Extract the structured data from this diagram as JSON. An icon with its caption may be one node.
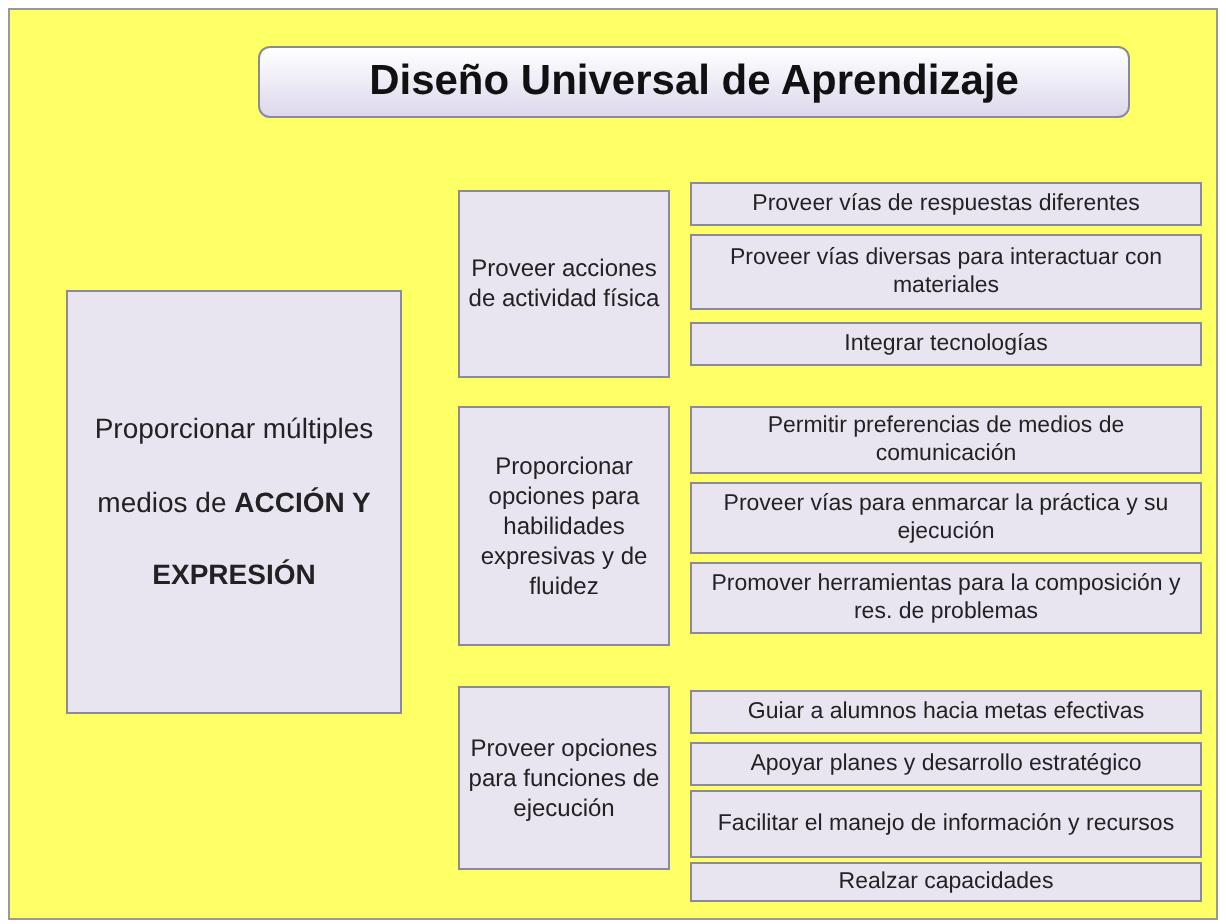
{
  "diagram": {
    "title": "Diseño Universal de Aprendizaje",
    "nodes": [
      {
        "text": [
          "Proporcionar múltiples medios de **ACCIÓN Y EXPRESIÓN**"
        ]
      },
      {
        "text": [
          "Proveer acciones de actividad física"
        ]
      },
      {
        "text": [
          "Proveer vías de respuestas diferentes"
        ]
      },
      {
        "text": [
          "Proveer vías diversas para interactuar con materiales"
        ]
      },
      {
        "text": [
          "Integrar tecnologías"
        ]
      },
      {
        "text": [
          "Proporcionar opciones para habilidades expresivas y de fluidez"
        ]
      },
      {
        "text": [
          "Permitir preferencias de medios de comunicación"
        ]
      },
      {
        "text": [
          "Proveer vías para enmarcar la práctica y su ejecución"
        ]
      },
      {
        "text": [
          "Promover herramientas para la composición y res. de problemas"
        ]
      },
      {
        "text": [
          "Proveer opciones para funciones de ejecución"
        ]
      },
      {
        "text": [
          "Guiar a alumnos hacia metas efectivas"
        ]
      },
      {
        "text": [
          "Apoyar planes y desarrollo estratégico"
        ]
      },
      {
        "text": [
          "Facilitar el manejo de información y recursos"
        ]
      },
      {
        "text": [
          "Realzar capacidades"
        ]
      }
    ],
    "edges": []
  }
}
